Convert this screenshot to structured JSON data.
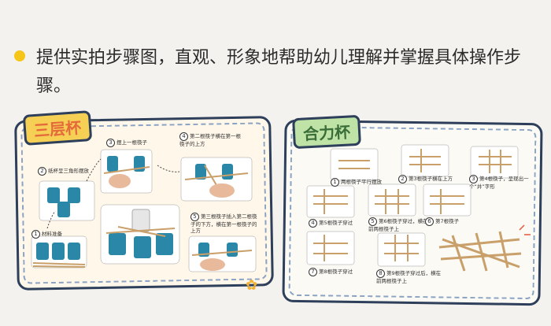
{
  "bullet": {
    "text": "提供实拍步骤图，直观、形象地帮助幼儿理解并掌握具体操作步骤。"
  },
  "left_panel": {
    "title": "三层杯",
    "steps": [
      {
        "num": "1",
        "label": "材料准备"
      },
      {
        "num": "2",
        "label": "纸杯呈三角形摆放"
      },
      {
        "num": "3",
        "label": "摆上一根筷子"
      },
      {
        "num": "4",
        "label": "第二根筷子横在第一根筷子的上方"
      },
      {
        "num": "5",
        "label": "第三根筷子插入第二根筷子的下方，横在第一根筷子的上方"
      }
    ]
  },
  "right_panel": {
    "title": "合力杯",
    "steps": [
      {
        "num": "1",
        "label": "两根筷子平行摆放"
      },
      {
        "num": "2",
        "label": "第3根筷子横在上方"
      },
      {
        "num": "3",
        "label": "第4根筷子，呈现出一个“井”字形"
      },
      {
        "num": "4",
        "label": "第5根筷子穿过"
      },
      {
        "num": "5",
        "label": "第6根筷子穿过，横在前两根筷子上"
      },
      {
        "num": "6",
        "label": "第7根筷子"
      },
      {
        "num": "7",
        "label": "第8根筷子穿过"
      },
      {
        "num": "8",
        "label": "第9根筷子穿过后，横在前两根筷子上"
      }
    ]
  },
  "colors": {
    "bullet": "#f5c518",
    "border": "#2d3f5a",
    "cup": "#2b87a8"
  }
}
